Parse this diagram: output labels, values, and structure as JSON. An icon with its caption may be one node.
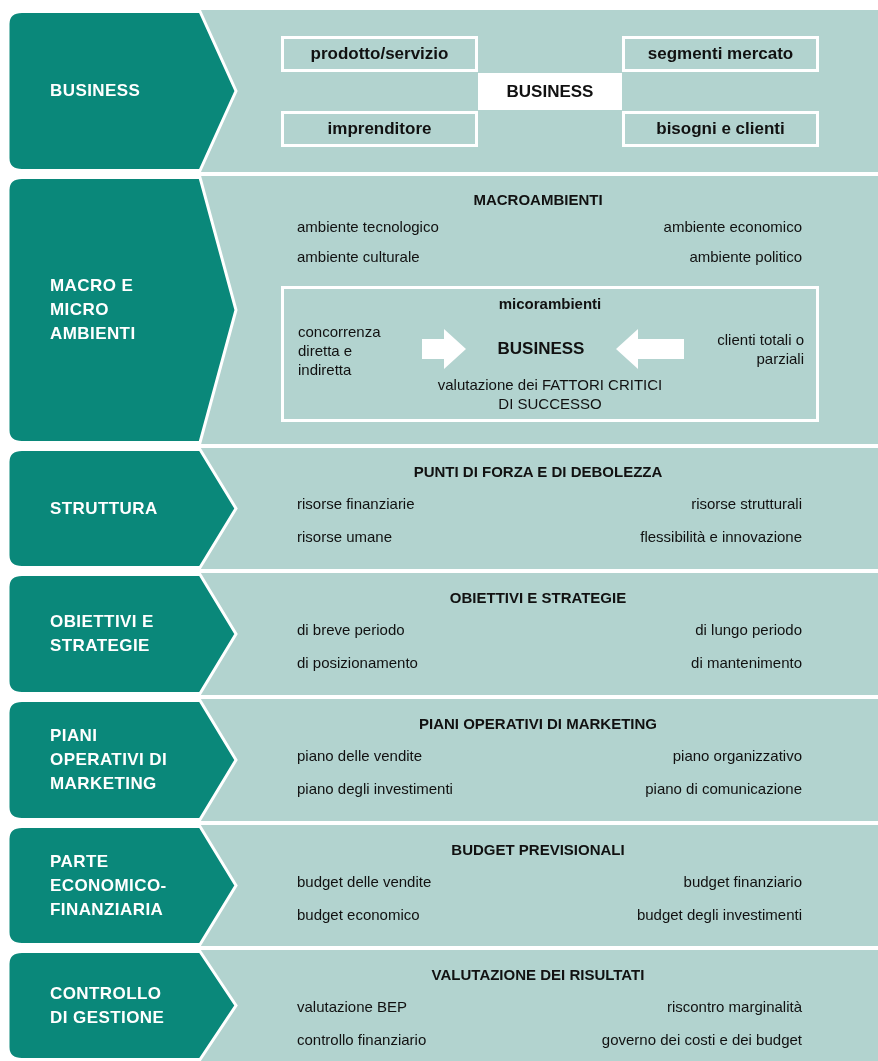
{
  "diagram": {
    "nodes": [
      {
        "text": [
          "BUSINESS"
        ]
      },
      {
        "text": [],
        "shape": "box"
      },
      {
        "text": [
          "prodotto/servizio"
        ],
        "in": 1
      },
      {
        "text": [
          "segmenti mercato"
        ],
        "in": 1
      },
      {
        "text": [
          "BUSINESS"
        ],
        "in": 1
      },
      {
        "text": [
          "imprenditore"
        ],
        "in": 1
      },
      {
        "text": [
          "bisogni e clienti"
        ],
        "in": 1
      },
      {
        "text": [
          "MACRO E MICRO AMBIENTI"
        ]
      },
      {
        "text": [
          "MACROAMBIENTI",
          "ambiente tecnologico",
          "ambiente economico",
          "ambiente culturale",
          "ambiente politico"
        ]
      },
      {
        "text": [
          "micorambienti",
          "valutazione dei FATTORI CRITICI DI SUCCESSO"
        ],
        "in": 8
      },
      {
        "text": [
          "concorrenza diretta e indiretta"
        ],
        "in": 9
      },
      {
        "text": [
          "BUSINESS"
        ],
        "in": 9
      },
      {
        "text": [
          "clienti totali o parziali"
        ],
        "in": 9
      },
      {
        "text": [
          "STRUTTURA"
        ]
      },
      {
        "text": [
          "PUNTI DI FORZA E DI DEBOLEZZA",
          "risorse finanziarie",
          "risorse strutturali",
          "risorse umane",
          "flessibilità e innovazione"
        ]
      },
      {
        "text": [
          "OBIETTIVI E STRATEGIE"
        ]
      },
      {
        "text": [
          "OBIETTIVI E STRATEGIE",
          "di breve periodo",
          "di lungo periodo",
          "di posizionamento",
          "di mantenimento"
        ]
      },
      {
        "text": [
          "PIANI OPERATIVI DI MARKETING"
        ]
      },
      {
        "text": [
          "PIANI OPERATIVI DI MARKETING",
          "piano delle vendite",
          "piano organizzativo",
          "piano degli investimenti",
          "piano di comunicazione"
        ]
      },
      {
        "text": [
          "PARTE ECONOMICO-FINANZIARIA"
        ]
      },
      {
        "text": [
          "BUDGET PREVISIONALI",
          "budget delle vendite",
          "budget finanziario",
          "budget economico",
          "budget degli investimenti"
        ]
      },
      {
        "text": [
          "CONTROLLO DI GESTIONE"
        ]
      },
      {
        "text": [
          "VALUTAZIONE DEI RISULTATI",
          "valutazione BEP",
          "riscontro marginalità",
          "controllo finanziario",
          "governo dei costi e dei budget"
        ]
      }
    ],
    "edges": [
      {
        "from": 10,
        "to": 11,
        "arrow": "to",
        "style": "thick",
        "color": "#ffffff"
      },
      {
        "from": 12,
        "to": 11,
        "arrow": "to",
        "style": "thick",
        "color": "#ffffff"
      }
    ]
  }
}
